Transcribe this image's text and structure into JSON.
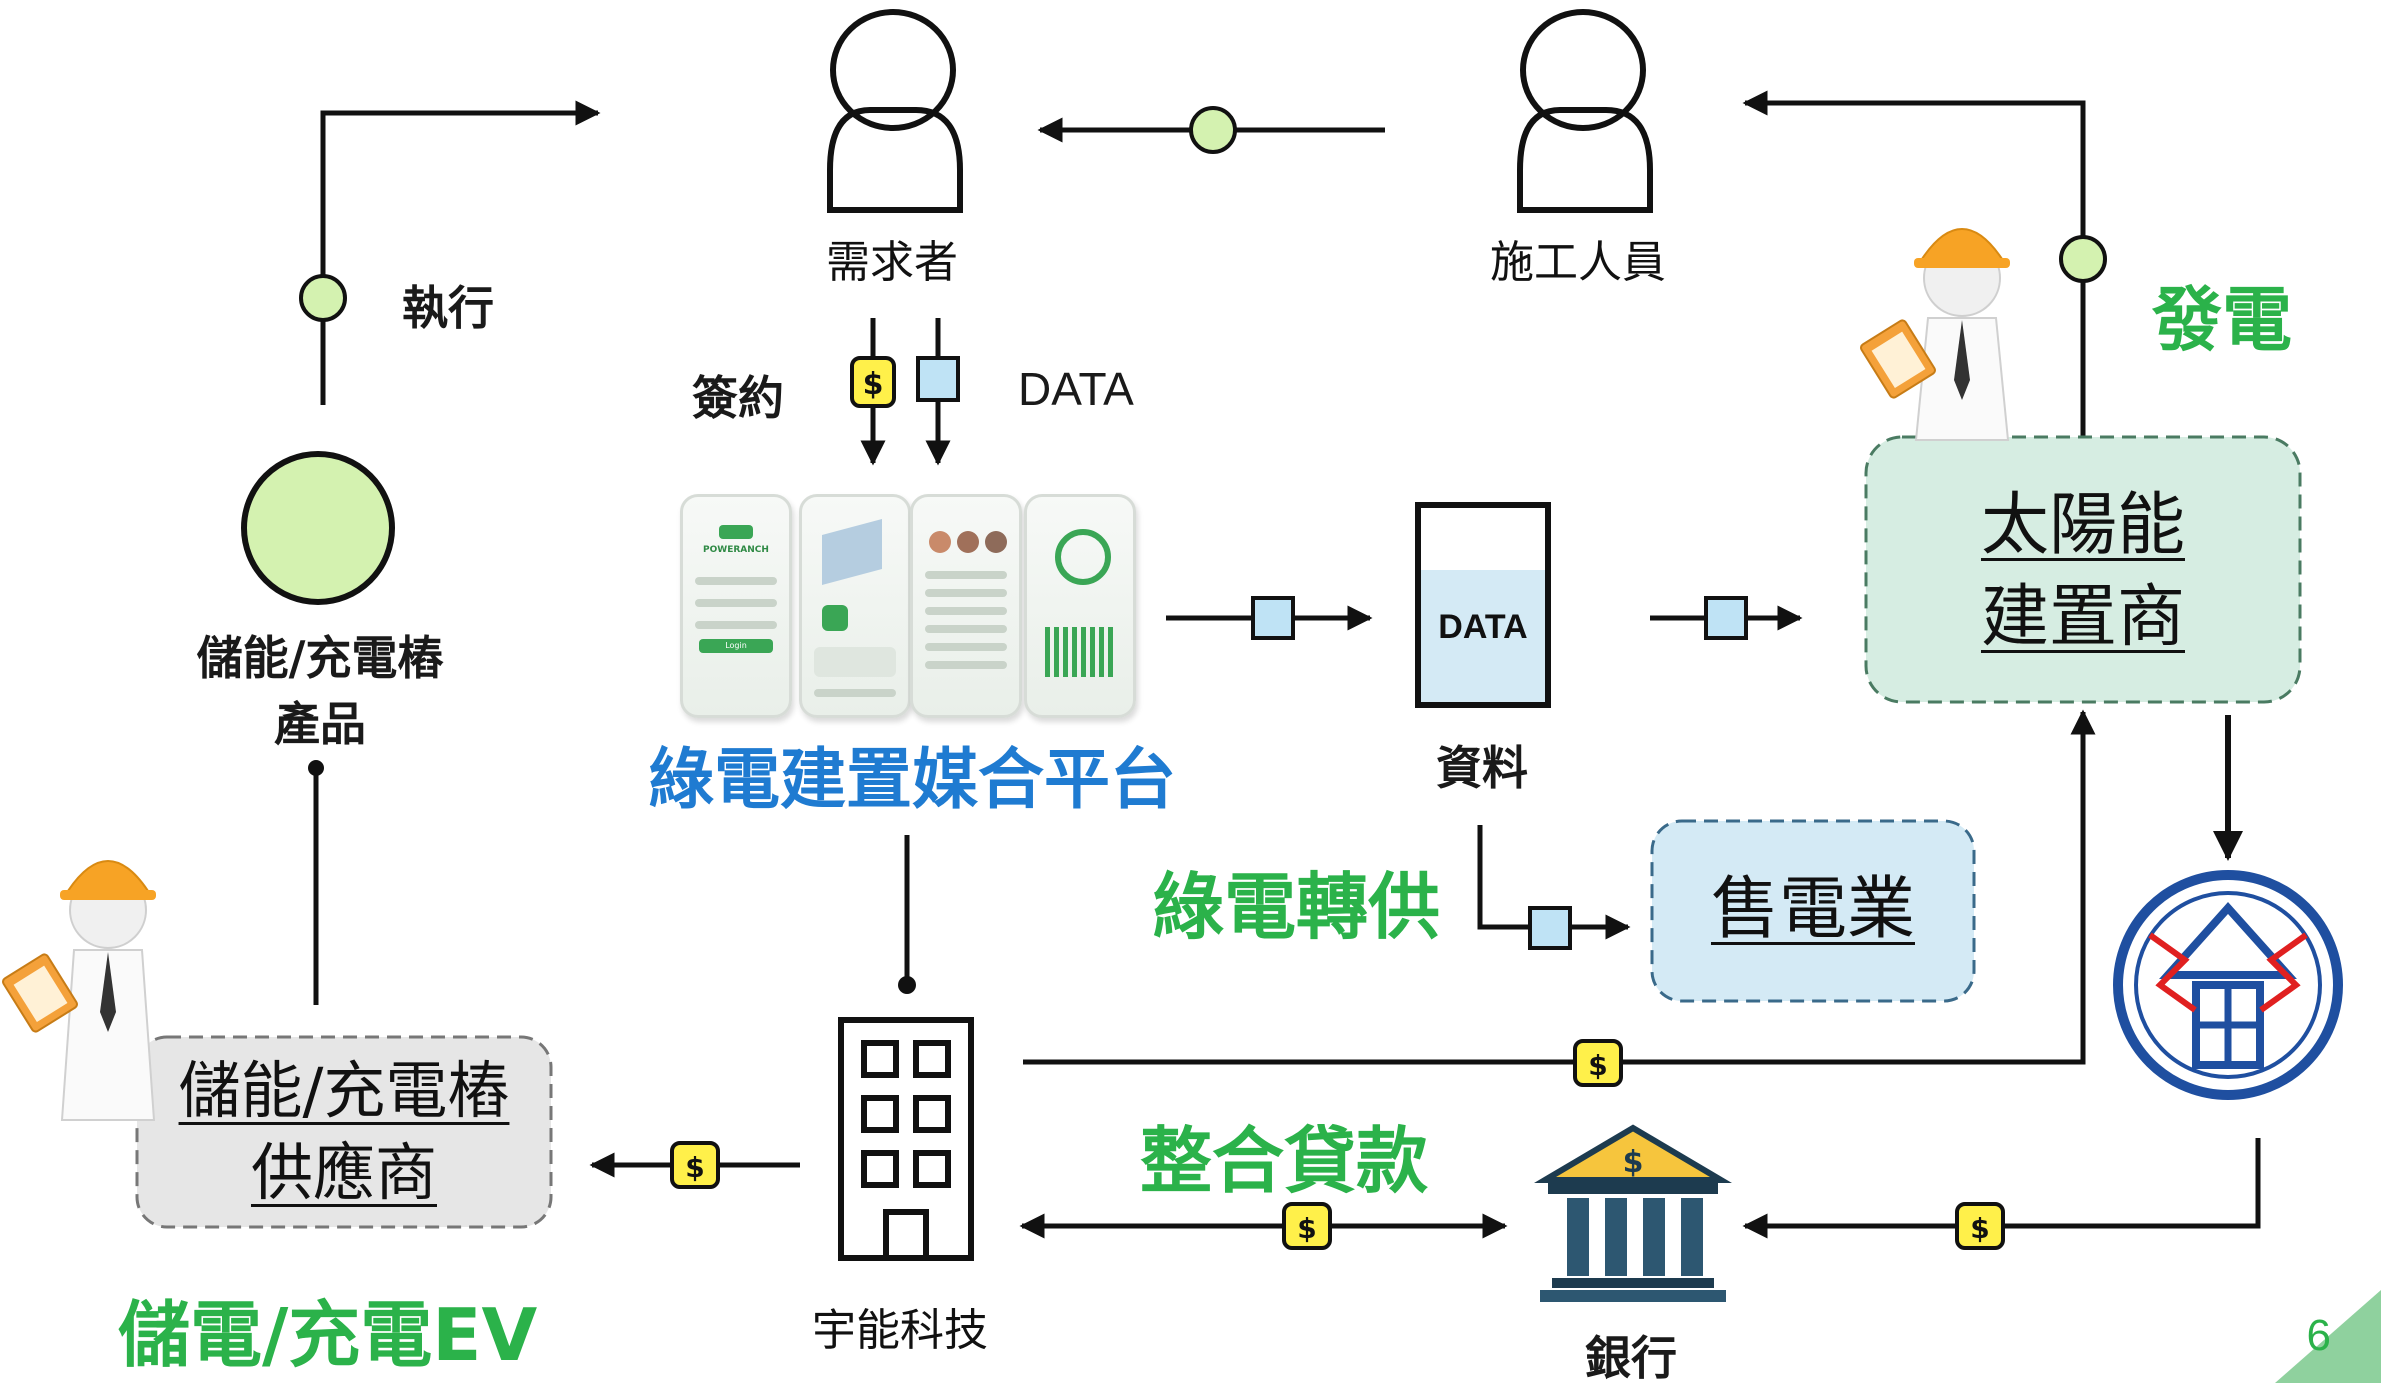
{
  "nodes": {
    "demander": "需求者",
    "worker": "施工人員",
    "storage_product_line1": "儲能/充電樁",
    "storage_product_line2": "產品",
    "platform": "綠電建置媒合平台",
    "data_store_label": "DATA",
    "data_caption": "資料",
    "solar_line1": "太陽能",
    "solar_line2": "建置商",
    "retailer": "售電業",
    "supplier_line1": "儲能/充電樁",
    "supplier_line2": "供應商",
    "company": "宇能科技",
    "bank": "銀行"
  },
  "edge_labels": {
    "execute": "執行",
    "sign": "簽約",
    "data": "DATA"
  },
  "highlights": {
    "power_generation": "發電",
    "green_transfer": "綠電轉供",
    "loan_integration": "整合貸款",
    "storage_ev": "儲電/充電EV"
  },
  "page_number": "6",
  "icons": {
    "money": "money-icon",
    "data_flow": "data-square-icon",
    "person": "person-icon",
    "building": "office-building-icon",
    "bank": "bank-icon",
    "utility_logo": "taipower-logo",
    "engineer": "engineer-figure",
    "app_screens": "app-screenshots"
  },
  "app_screens": {
    "brand": "POWERANCH",
    "login": "Login"
  },
  "colors": {
    "interface_circle": "#d4f2b0",
    "solar_box": "#d6ede2",
    "retailer_box": "#d4eaf5",
    "supplier_box": "#e6e6e6",
    "green_text": "#2bb24a",
    "blue_text": "#1f7bd1",
    "money_badge": "#fff04a",
    "data_square": "#bfe3f5"
  }
}
